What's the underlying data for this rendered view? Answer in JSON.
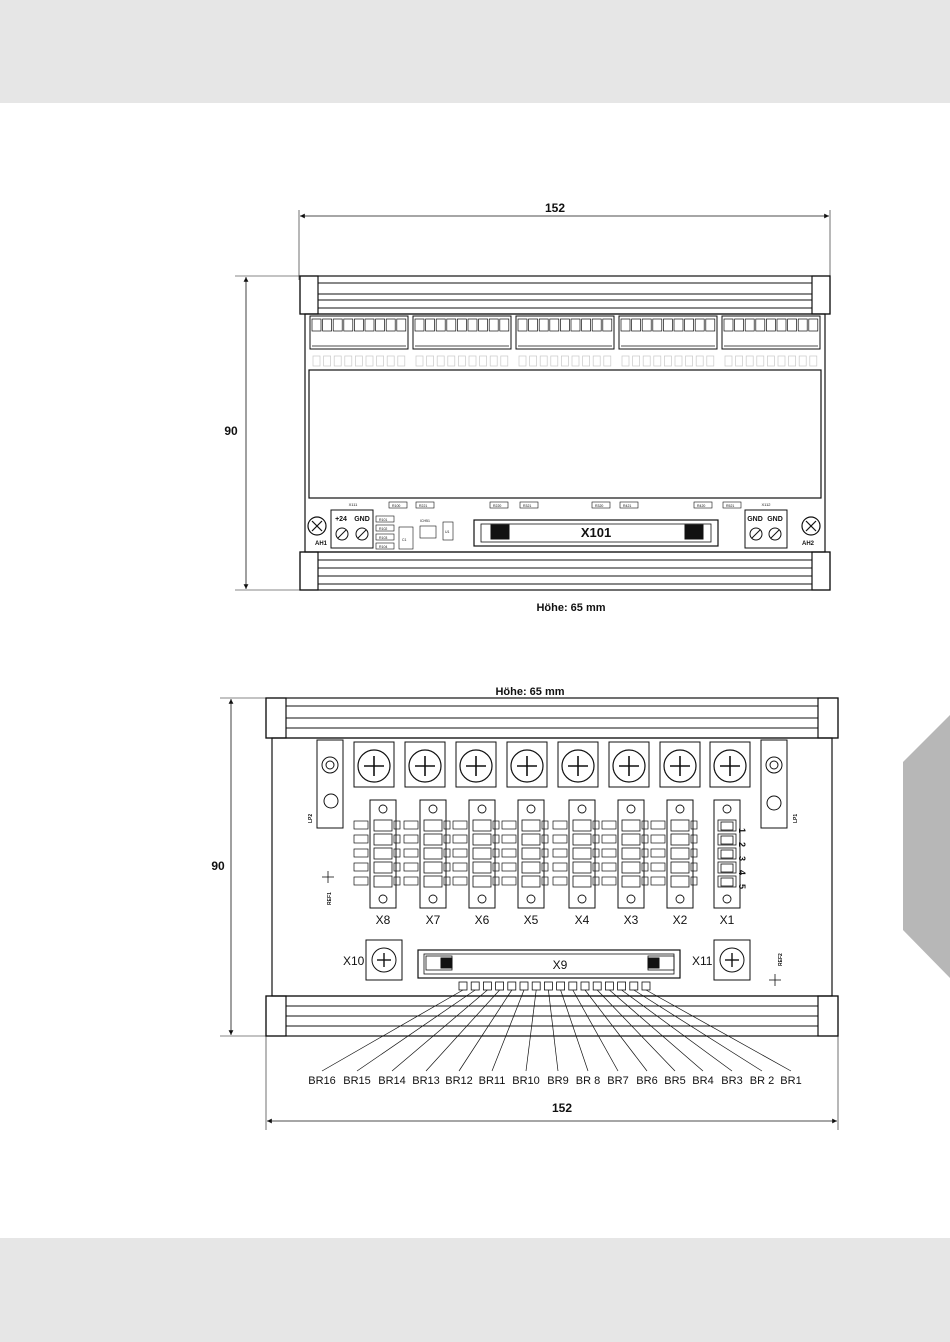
{
  "top_view": {
    "width_dim": "152",
    "height_dim": "90",
    "height_note": "Höhe: 65 mm",
    "connector_main": "X101",
    "connector_left": "X111",
    "connector_right": "X112",
    "terminal_left": [
      "+24",
      "GND"
    ],
    "terminal_right": [
      "GND",
      "GND"
    ],
    "mount_left": "AH1",
    "mount_right": "AH2",
    "small_labels": [
      "R101",
      "R102",
      "R103",
      "R104",
      "R100",
      "R221",
      "R220",
      "R321",
      "R320",
      "R421",
      "R420",
      "R521",
      "C1",
      "ICH51",
      "U1"
    ]
  },
  "bottom_view": {
    "height_note": "Höhe:  65 mm",
    "width_dim": "152",
    "height_dim": "90",
    "connectors": [
      "X8",
      "X7",
      "X6",
      "X5",
      "X4",
      "X3",
      "X2",
      "X1"
    ],
    "pin_numbers": [
      "1",
      "2",
      "3",
      "4",
      "5"
    ],
    "x9": "X9",
    "x10": "X10",
    "x11": "X11",
    "lp_left": "LP2",
    "lp_right": "LP1",
    "ref_left": "REF1",
    "ref_right": "REF2",
    "bridges": [
      "BR16",
      "BR15",
      "BR14",
      "BR13",
      "BR12",
      "BR11",
      "BR10",
      "BR9",
      "BR 8",
      "BR7",
      "BR6",
      "BR5",
      "BR4",
      "BR3",
      "BR 2",
      "BR1"
    ]
  }
}
